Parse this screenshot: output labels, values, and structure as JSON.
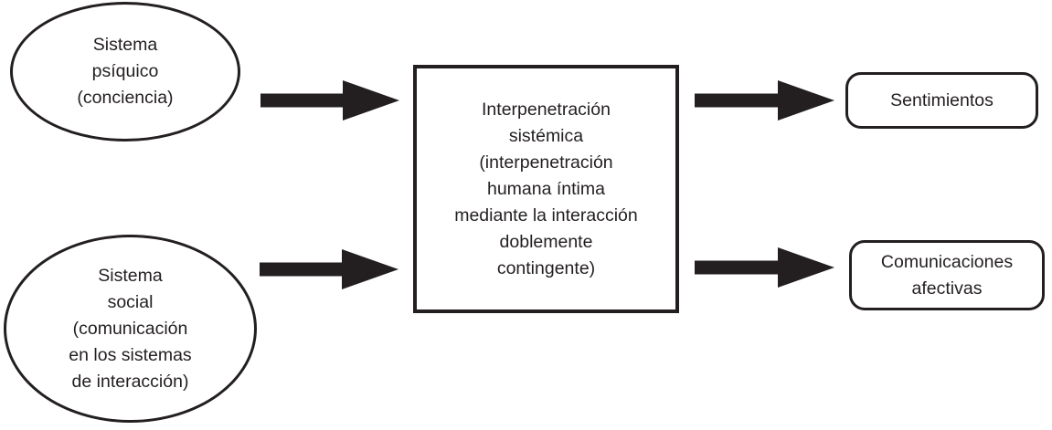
{
  "diagram": {
    "colors": {
      "stroke": "#231f20",
      "text": "#231f20",
      "arrow": "#231f20",
      "background": "#ffffff"
    },
    "nodes": {
      "psychic": {
        "shape": "ellipse",
        "label": "Sistema\npsíquico\n(conciencia)"
      },
      "social": {
        "shape": "ellipse",
        "label": "Sistema\nsocial\n(comunicación\nen los sistemas\nde interacción)"
      },
      "center": {
        "shape": "rectangle",
        "label": "Interpenetración\nsistémica\n(interpenetración\nhumana íntima\nmediante la interacción\ndoblemente\ncontingente)"
      },
      "sentiments": {
        "shape": "rounded-rectangle",
        "label": "Sentimientos"
      },
      "affective": {
        "shape": "rounded-rectangle",
        "label": "Comunicaciones\nafectivas"
      }
    },
    "arrows": [
      {
        "from": "psychic",
        "to": "center",
        "direction": "right"
      },
      {
        "from": "social",
        "to": "center",
        "direction": "right"
      },
      {
        "from": "center",
        "to": "sentiments",
        "direction": "right"
      },
      {
        "from": "center",
        "to": "affective",
        "direction": "right"
      }
    ]
  }
}
